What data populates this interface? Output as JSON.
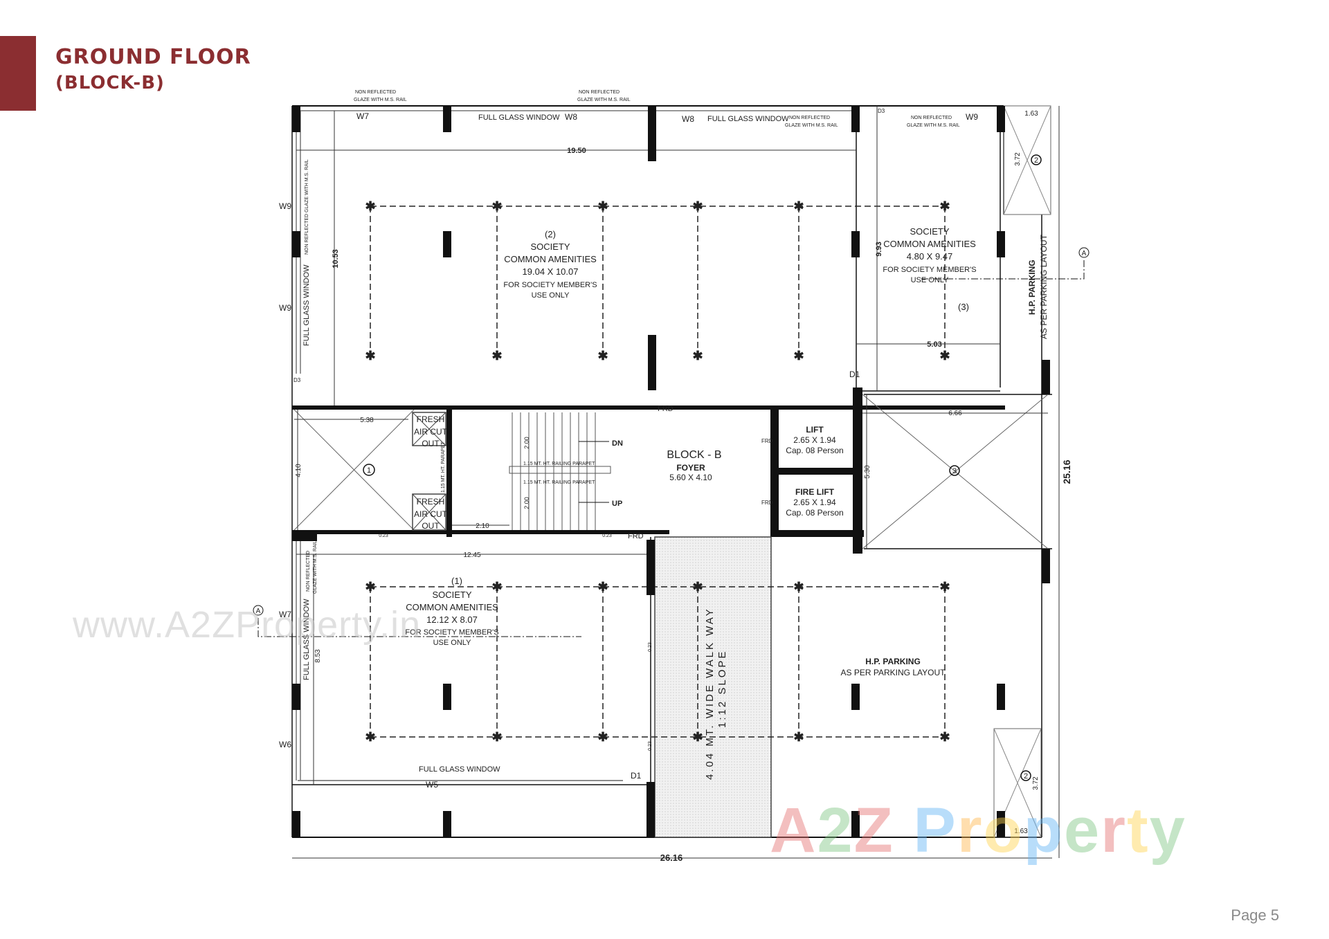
{
  "header": {
    "title_line1": "GROUND FLOOR",
    "title_line2": "(BLOCK-B)",
    "accent_color": "#8b2e31"
  },
  "footer": {
    "page_label": "Page 5"
  },
  "watermarks": {
    "url": "www.A2ZProperty.in",
    "brand": [
      "A",
      "2",
      "Z",
      " ",
      "P",
      "r",
      "o",
      "p",
      "e",
      "r",
      "t",
      "y"
    ],
    "brand_colors": [
      "#e57373",
      "#81c784",
      "#e57373",
      "#fff",
      "#64b5f6",
      "#ffb74d",
      "#ffd54f",
      "#64b5f6",
      "#81c784",
      "#e57373",
      "#ffd54f",
      "#81c784"
    ]
  },
  "plan": {
    "rooms": {
      "amenity2": {
        "num": "(2)",
        "name1": "SOCIETY",
        "name2": "COMMON AMENITIES",
        "size": "19.04 X 10.07",
        "note1": "FOR SOCIETY MEMBER'S",
        "note2": "USE ONLY"
      },
      "amenity3": {
        "num": "(3)",
        "name1": "SOCIETY",
        "name2": "COMMON AMENITIES",
        "size": "4.80 X 9.47",
        "note1": "FOR SOCIETY MEMBER'S",
        "note2": "USE ONLY"
      },
      "amenity1": {
        "num": "(1)",
        "name1": "SOCIETY",
        "name2": "COMMON AMENITIES",
        "size": "12.12 X 8.07",
        "note1": "FOR SOCIETY MEMBER'S",
        "note2": "USE ONLY"
      },
      "foyer": {
        "block": "BLOCK - B",
        "name": "FOYER",
        "size": "5.60 X 4.10"
      },
      "lift": {
        "name": "LIFT",
        "size": "2.65 X 1.94",
        "cap": "Cap. 08 Person"
      },
      "fire_lift": {
        "name": "FIRE LIFT",
        "size": "2.65 X 1.94",
        "cap": "Cap. 08 Person"
      },
      "parking_right": {
        "name": "H.P. PARKING",
        "note": "AS PER PARKING LAYOUT"
      },
      "parking_bottom": {
        "name": "H.P. PARKING",
        "note": "AS PER PARKING LAYOUT"
      },
      "walkway": {
        "line1": "4.04 MT. WIDE WALK WAY",
        "line2": "1:12 SLOPE"
      },
      "fresh_air_top": {
        "l1": "FRESH",
        "l2": "AIR CUT",
        "l3": "OUT"
      },
      "fresh_air_bottom": {
        "l1": "FRESH",
        "l2": "AIR CUT",
        "l3": "OUT"
      }
    },
    "stairs": {
      "dn": "DN",
      "up": "UP",
      "railing_top": "1.15 MT. HT. RAILING PARAPET",
      "railing_bottom": "1.15 MT. HT. RAILING PARAPET",
      "parapet_side": "1.15 MT. HT. PARAPET"
    },
    "dimensions": {
      "top_width": "19.50",
      "left_height": "10.53",
      "right_block_height": "9.93",
      "right_block_width": "5.03",
      "top_right_w": "1.63",
      "top_right_h": "3.72",
      "cutout1_w": "5.38",
      "cutout1_h": "4.10",
      "stair_w": "2.10",
      "stair_h1": "2.00",
      "stair_h2": "2.00",
      "cutout3_w": "6.66",
      "cutout3_h": "5.30",
      "overall_height": "25.16",
      "bottom_amenity_w": "12.45",
      "bottom_amenity_h": "8.53",
      "overall_width": "26.16",
      "bot_right_w": "1.63",
      "bot_right_h": "3.72",
      "wall_a": "0.23",
      "wall_b": "0.23",
      "wall_c": "0.23",
      "wall_d": "0.23"
    },
    "labels": {
      "nrg": "NON REFLECTED",
      "nrg2": "GLAZE WITH M.S. RAIL",
      "fgw": "FULL GLASS WINDOW",
      "nrg_vertical": "NON REFLECTED GLAZE WITH M.S. RAIL",
      "w5": "W5",
      "w6": "W6",
      "w7": "W7",
      "w8": "W8",
      "w9": "W9",
      "d1": "D1",
      "d3": "D3",
      "frd": "FRD",
      "cut1": "1",
      "cut2": "2",
      "cut3": "3",
      "section": "A"
    }
  }
}
